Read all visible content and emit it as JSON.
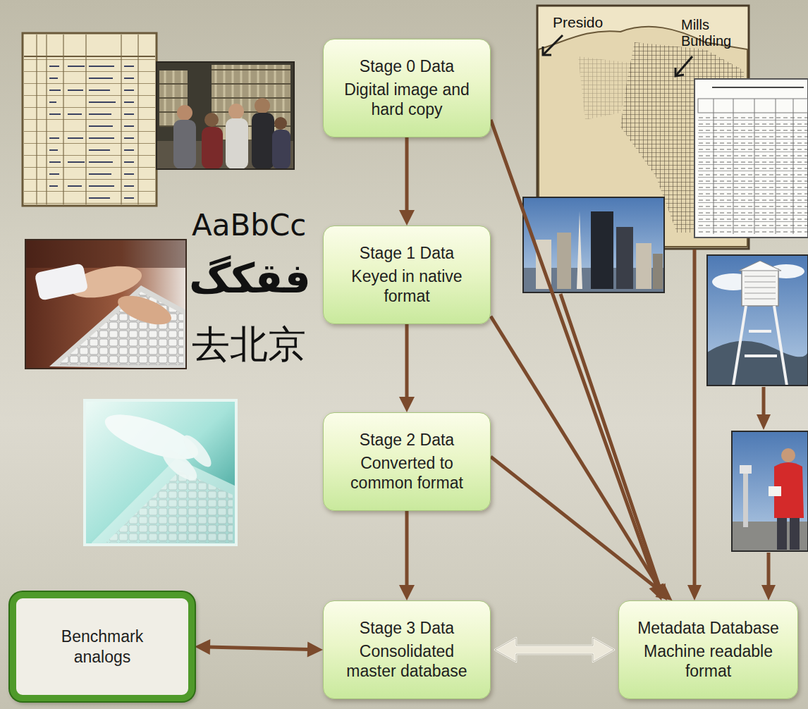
{
  "diagram": {
    "nodes": [
      {
        "text": [
          "Stage 0 Data",
          "Digital image and hard copy"
        ]
      },
      {
        "text": [
          "Stage 1 Data",
          "Keyed in native format"
        ]
      },
      {
        "text": [
          "Stage 2 Data",
          "Converted to common format"
        ]
      },
      {
        "text": [
          "Stage 3 Data",
          "Consolidated master database"
        ]
      },
      {
        "text": [
          "Benchmark analogs"
        ]
      },
      {
        "text": [
          "Metadata Database",
          "Machine readable format"
        ]
      }
    ],
    "edges": [
      {
        "from": 0,
        "to": 1,
        "arrow": "to"
      },
      {
        "from": 1,
        "to": 2,
        "arrow": "to"
      },
      {
        "from": 2,
        "to": 3,
        "arrow": "to"
      },
      {
        "from": 0,
        "to": 5,
        "arrow": "to"
      },
      {
        "from": 1,
        "to": 5,
        "arrow": "to"
      },
      {
        "from": 2,
        "to": 5,
        "arrow": "to"
      },
      {
        "from": 3,
        "to": 4,
        "arrow": "both"
      },
      {
        "from": 3,
        "to": 5,
        "arrow": "both"
      }
    ],
    "labels": [
      "Presido",
      "Mills Building",
      "AaBbCc",
      "فقکگ",
      "去北京"
    ]
  }
}
